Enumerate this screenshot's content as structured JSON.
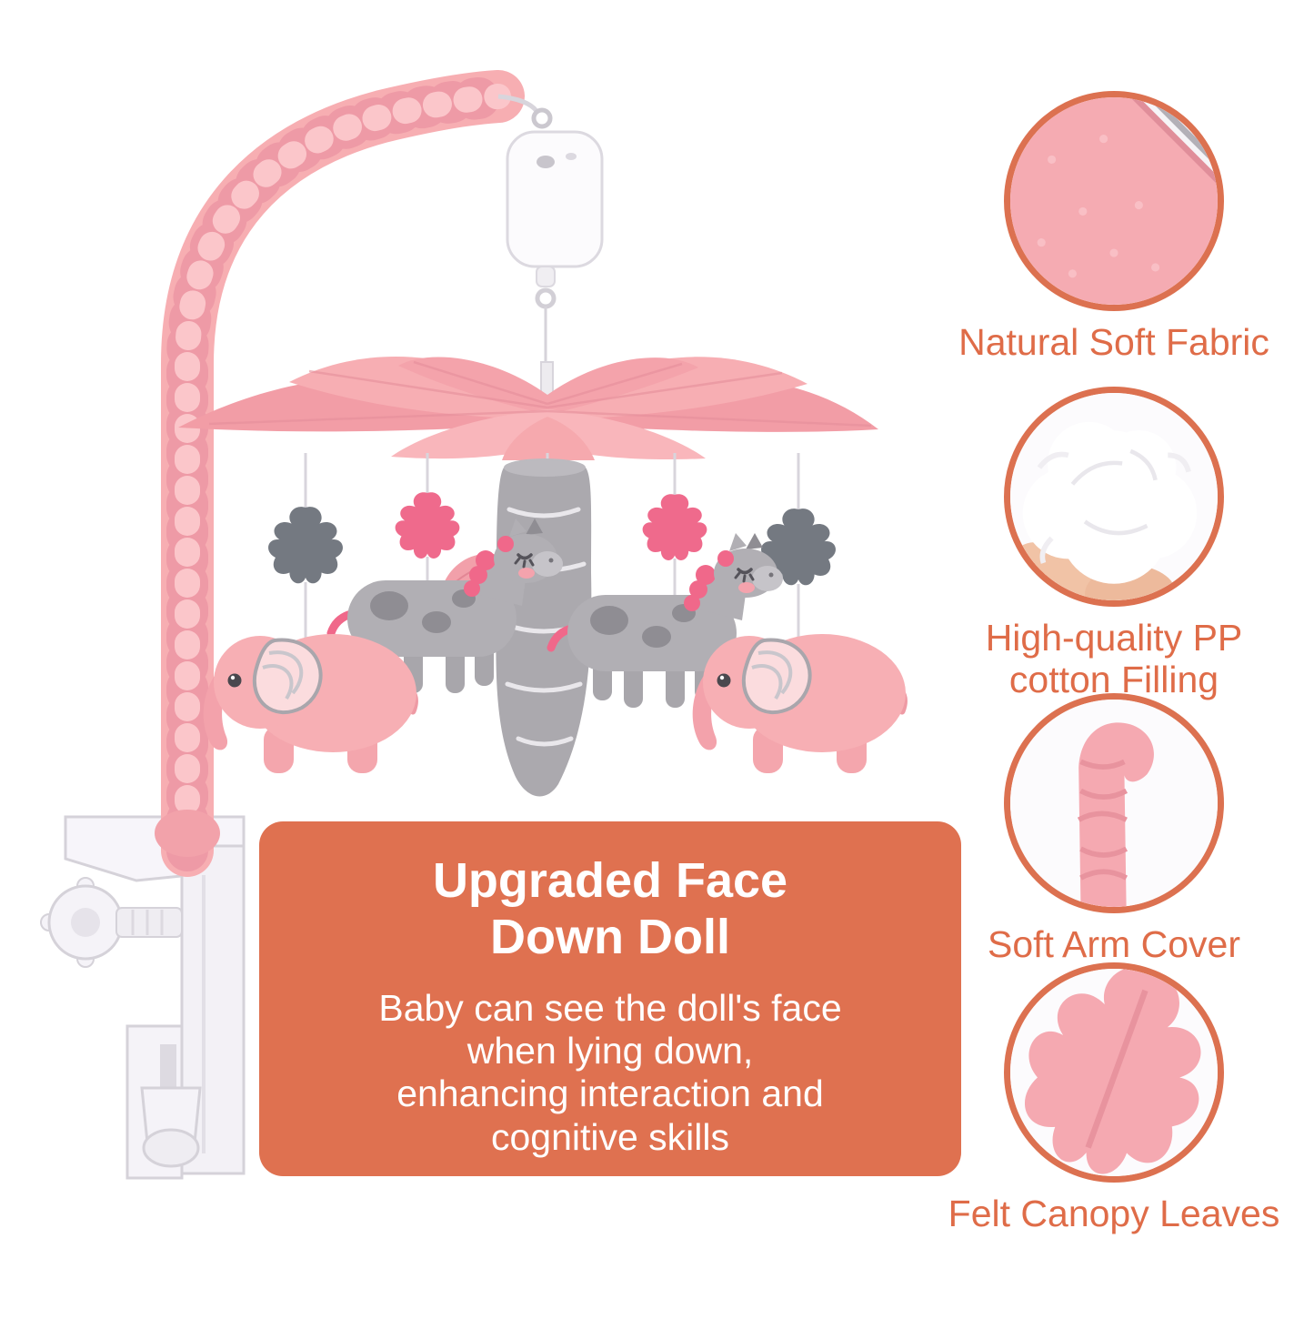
{
  "colors": {
    "accent": "#DF7150",
    "caption_text": "#DF6C48",
    "pink": "#F7AFB4",
    "bright_pink": "#F0688A",
    "gray": "#B1AFB4"
  },
  "callout": {
    "title_lines": [
      "Upgraded Face",
      "Down Doll"
    ],
    "body_lines": [
      "Baby can see the doll's face",
      "when lying down,",
      "enhancing interaction and",
      "cognitive skills"
    ]
  },
  "features": [
    {
      "label": "Natural Soft Fabric",
      "icon": "pink-fabric-swatch"
    },
    {
      "label": "High-quality PP cotton Filling",
      "icon": "cotton-filling-in-hand"
    },
    {
      "label": "Soft Arm Cover",
      "icon": "pink-arm-cover"
    },
    {
      "label": "Felt Canopy Leaves",
      "icon": "pink-felt-leaf"
    }
  ]
}
